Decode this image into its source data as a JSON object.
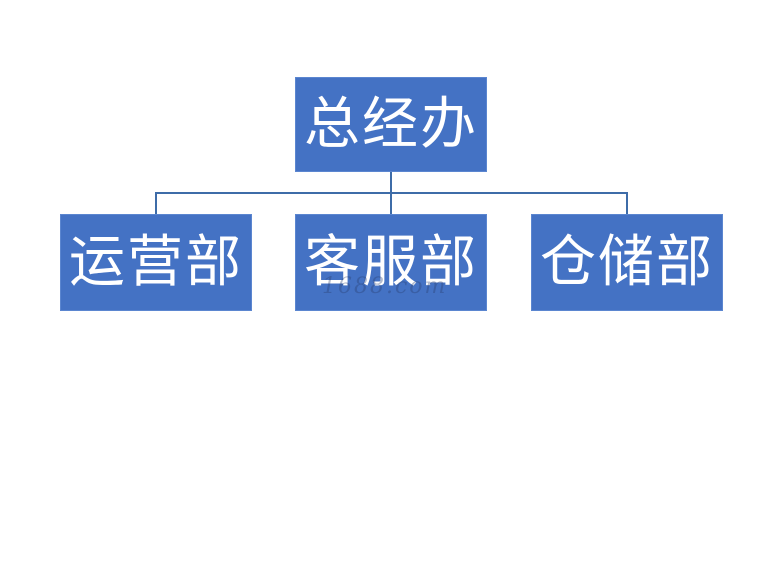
{
  "org_chart": {
    "root": {
      "label": "总经办"
    },
    "children": [
      {
        "label": "运营部"
      },
      {
        "label": "客服部"
      },
      {
        "label": "仓储部"
      }
    ]
  },
  "watermark": {
    "text": "1688.com"
  },
  "colors": {
    "node_fill": "#4472C4",
    "node_text": "#FFFFFF",
    "connector": "#3E6CA8",
    "background": "#FFFFFF"
  }
}
